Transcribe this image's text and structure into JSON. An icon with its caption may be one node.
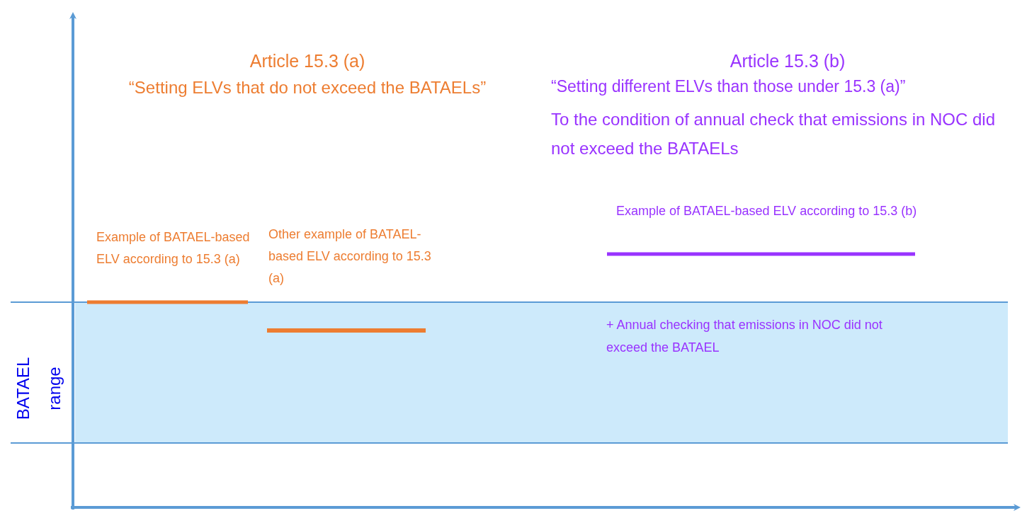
{
  "diagram": {
    "labels": [
      "Article 15.3 (a)",
      "“Setting ELVs that do not exceed the BATAELs”",
      "Article 15.3 (b)",
      "“Setting different ELVs than those under 15.3 (a)”",
      "To the condition of annual check that emissions in NOC did not exceed the BATAELs",
      "Example of BATAEL-based ELV according to 15.3 (b)",
      "Example of BATAEL-based ELV according to 15.3 (a)",
      "Other example of BATAEL-based ELV according to 15.3 (a)",
      "BATAEL range",
      "+ Annual checking that emissions in NOC did not exceed the BATAEL"
    ]
  }
}
